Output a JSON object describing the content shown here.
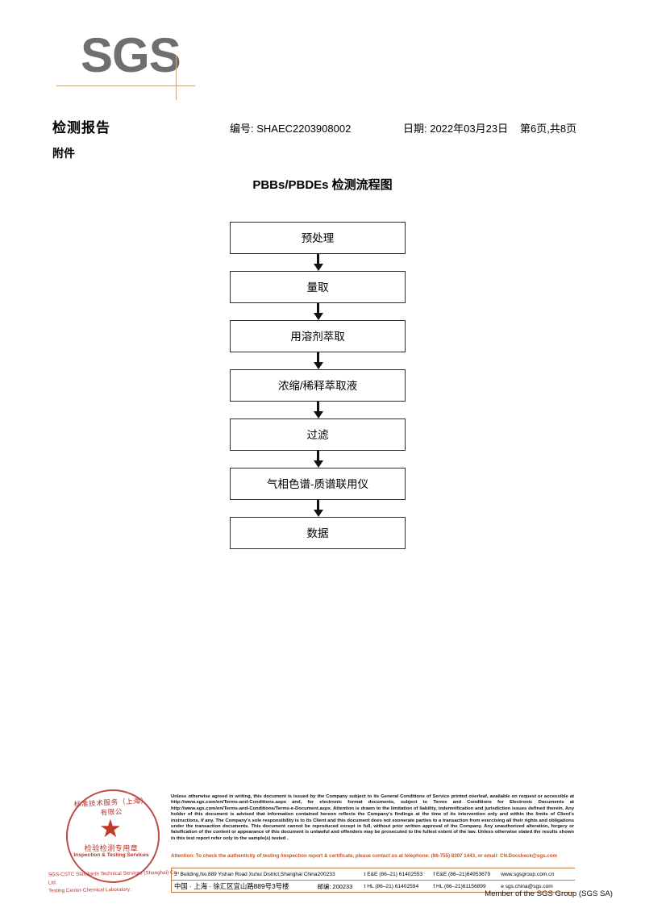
{
  "logo": {
    "text": "SGS",
    "color": "#6f6f6f",
    "rule_color": "#c8a784"
  },
  "header": {
    "title": "检测报告",
    "subtitle": "附件",
    "report_no": "编号: SHAEC2203908002",
    "date": "日期: 2022年03月23日",
    "page": "第6页,共8页"
  },
  "flowchart": {
    "title": "PBBs/PBDEs 检测流程图",
    "nodes": [
      {
        "label": "预处理"
      },
      {
        "label": "量取"
      },
      {
        "label": "用溶剂萃取"
      },
      {
        "label": "浓缩/稀释萃取液"
      },
      {
        "label": "过滤"
      },
      {
        "label": "气相色谱-质谱联用仪"
      },
      {
        "label": "数据"
      }
    ]
  },
  "stamp": {
    "arc_text": "标准技术服务（上海）有限公",
    "cn_label": "检验检测专用章",
    "en_label": "Inspection & Testing Services",
    "star": "★",
    "footer_line1": "SGS-CSTC Standards Technical Services (Shanghai) Co., Ltd.",
    "footer_line2": "Testing Center-Chemical Laboratory.",
    "color": "#b5332b"
  },
  "footer": {
    "legal": "Unless otherwise agreed in writing, this document is issued by the Company subject to its General Conditions of Service printed overleaf, available on request or accessible at http://www.sgs.com/en/Terms-and-Conditions.aspx and, for electronic format documents, subject to Terms and Conditions for Electronic Documents at http://www.sgs.com/en/Terms-and-Conditions/Terms-e-Document.aspx. Attention is drawn to the limitation of liability, indemnification and jurisdiction issues defined therein. Any holder of this document is advised that information contained hereon reflects the Company's findings at the time of its intervention only and within the limits of Client's instructions, if any. The Company's sole responsibility is to its Client and this document does not exonerate parties to a transaction from exercising all their rights and obligations under the transaction documents. This document cannot be reproduced except in full, without prior written approval of the Company. Any unauthorized alteration, forgery or falsification of the content or appearance of this document is unlawful and offenders may be prosecuted to the fullest extent of the law. Unless otherwise stated the results shown in this test report refer only to the sample(s) tested .",
    "attention": "Attention: To check the authenticity of testing /inspection report & certificate, please contact us at telephone: (86-755) 8307 1443, or email: CN.Doccheck@sgs.com",
    "attention_color": "#c0562a",
    "address": {
      "row_en": {
        "address": "3\" Building,No.889 Yishan Road Xuhui District,Shanghai China",
        "postcode": "200233",
        "tel1": "t E&E (86–21) 61402553",
        "tel2": "f E&E (86–21)64953679",
        "web": "www.sgsgroup.com.cn"
      },
      "row_cn": {
        "address": "中国 · 上海 · 徐汇区宜山路889号3号楼",
        "postcode_label": "邮编: 200233",
        "tel1": "t HL (86–21) 61402594",
        "tel2": "f HL (86–21)61156899",
        "email": "e sgs.china@sgs.com"
      }
    },
    "member": "Member of the SGS Group (SGS SA)"
  }
}
